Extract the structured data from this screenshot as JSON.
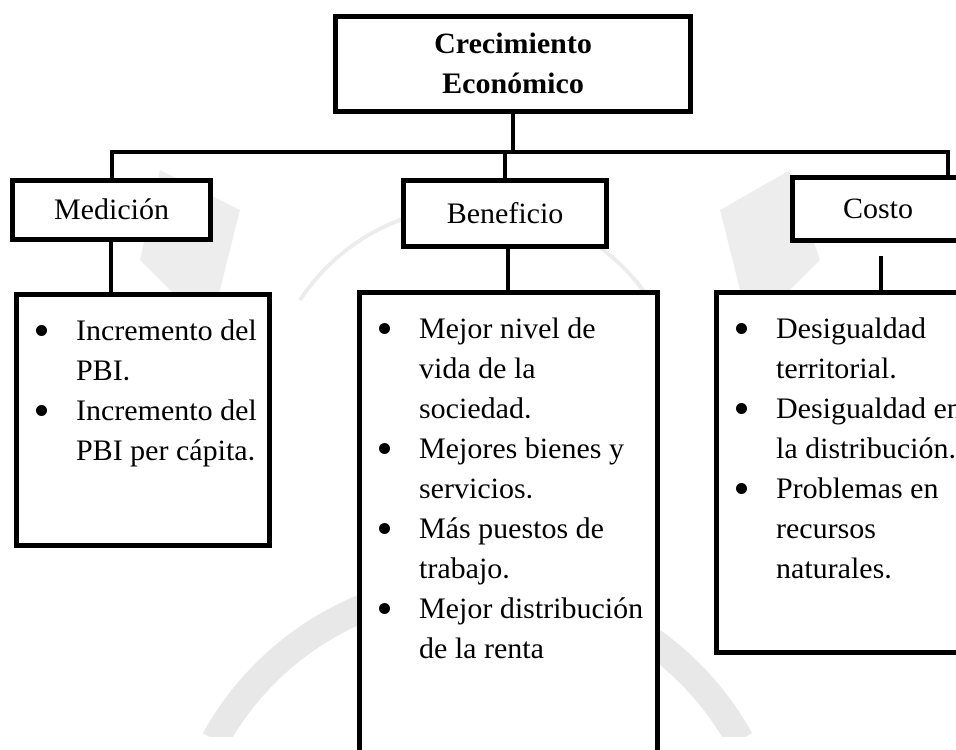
{
  "root": {
    "line1": "Crecimiento",
    "line2": "Económico"
  },
  "categories": [
    {
      "label": "Medición",
      "items": [
        "Incremento del PBI.",
        "Incremento del PBI per cápita."
      ]
    },
    {
      "label": "Beneficio",
      "items": [
        "Mejor nivel de vida de la sociedad.",
        "Mejores bienes y servicios.",
        "Más puestos de trabajo.",
        "Mejor distribución de la renta"
      ]
    },
    {
      "label": "Costo",
      "items": [
        "Desigualdad territorial.",
        "Desigualdad en la distribución.",
        "Problemas en recursos naturales."
      ]
    }
  ],
  "colors": {
    "lines": "#000000",
    "background": "#ffffff",
    "watermark": "#e6e6e6"
  }
}
